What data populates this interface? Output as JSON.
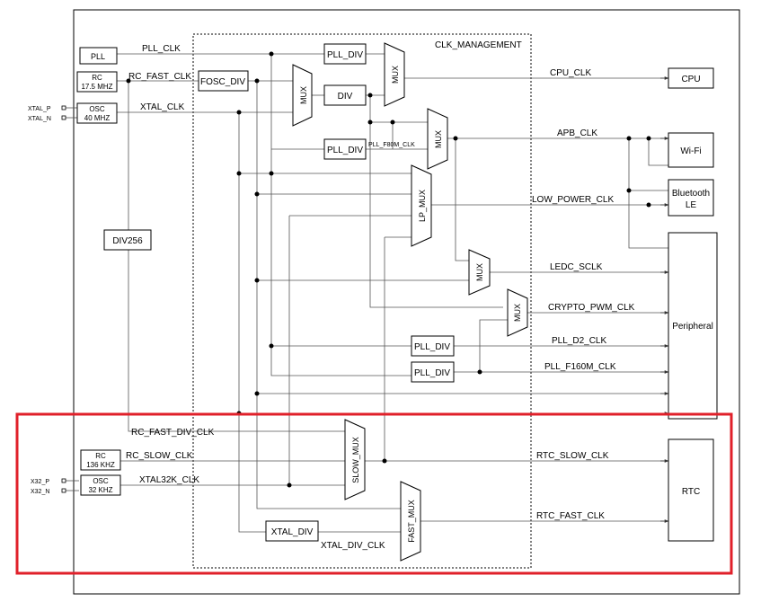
{
  "region_label": "CLK_MANAGEMENT",
  "sources": {
    "pll": "PLL",
    "rc_fast": [
      "RC",
      "17.5 MHZ"
    ],
    "osc_main": [
      "OSC",
      "40 MHZ"
    ],
    "xtal_p": "XTAL_P",
    "xtal_n": "XTAL_N",
    "div256": "DIV256",
    "rc_slow": [
      "RC",
      "136 KHZ"
    ],
    "osc_32k": [
      "OSC",
      "32 KHZ"
    ],
    "x32_p": "X32_P",
    "x32_n": "X32_N"
  },
  "signals": {
    "pll_clk": "PLL_CLK",
    "rc_fast_clk": "RC_FAST_CLK",
    "xtal_clk": "XTAL_CLK",
    "pll_f80m_clk": "PLL_F80M_CLK",
    "cpu_clk": "CPU_CLK",
    "apb_clk": "APB_CLK",
    "low_power_clk": "LOW_POWER_CLK",
    "ledc_sclk": "LEDC_SCLK",
    "crypto_pwm_clk": "CRYPTO_PWM_CLK",
    "pll_d2_clk": "PLL_D2_CLK",
    "pll_f160m_clk": "PLL_F160M_CLK",
    "rc_fast_div_clk": "RC_FAST_DIV_CLK",
    "rc_slow_clk": "RC_SLOW_CLK",
    "xtal32k_clk": "XTAL32K_CLK",
    "rtc_slow_clk": "RTC_SLOW_CLK",
    "rtc_fast_clk": "RTC_FAST_CLK",
    "xtal_div_clk": "XTAL_DIV_CLK"
  },
  "blocks": {
    "pll_div": "PLL_DIV",
    "fosc_div": "FOSC_DIV",
    "div": "DIV",
    "xtal_div": "XTAL_DIV"
  },
  "muxes": {
    "mux": "MUX",
    "lp_mux": "LP_MUX",
    "slow_mux": "SLOW_MUX",
    "fast_mux": "FAST_MUX"
  },
  "destinations": {
    "cpu": "CPU",
    "wifi": "Wi-Fi",
    "bluetooth": [
      "Bluetooth",
      "LE"
    ],
    "peripheral": "Peripheral",
    "rtc": "RTC"
  },
  "colors": {
    "line": "#555555",
    "box": "#000000",
    "highlight": "#e0202a"
  }
}
